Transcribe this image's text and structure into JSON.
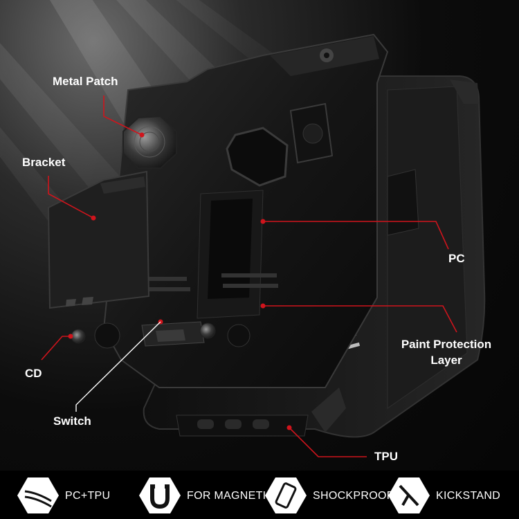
{
  "callouts": {
    "metal_patch": "Metal Patch",
    "bracket": "Bracket",
    "pc": "PC",
    "paint_protection_line1": "Paint Protection",
    "paint_protection_line2": "Layer",
    "cd": "CD",
    "switch": "Switch",
    "tpu": "TPU"
  },
  "features": [
    {
      "label": "PC+TPU",
      "icon": "case-layers-icon"
    },
    {
      "label": "FOR MAGNETIC",
      "icon": "magnet-icon"
    },
    {
      "label": "SHOCKPROOF",
      "icon": "phone-shock-icon"
    },
    {
      "label": "KICKSTAND",
      "icon": "kickstand-icon"
    }
  ],
  "colors": {
    "background": "#050505",
    "accent_line": "#d0141c",
    "text": "#ffffff",
    "case_body": "#1a1a1a",
    "icon_hex": "#ffffff"
  }
}
